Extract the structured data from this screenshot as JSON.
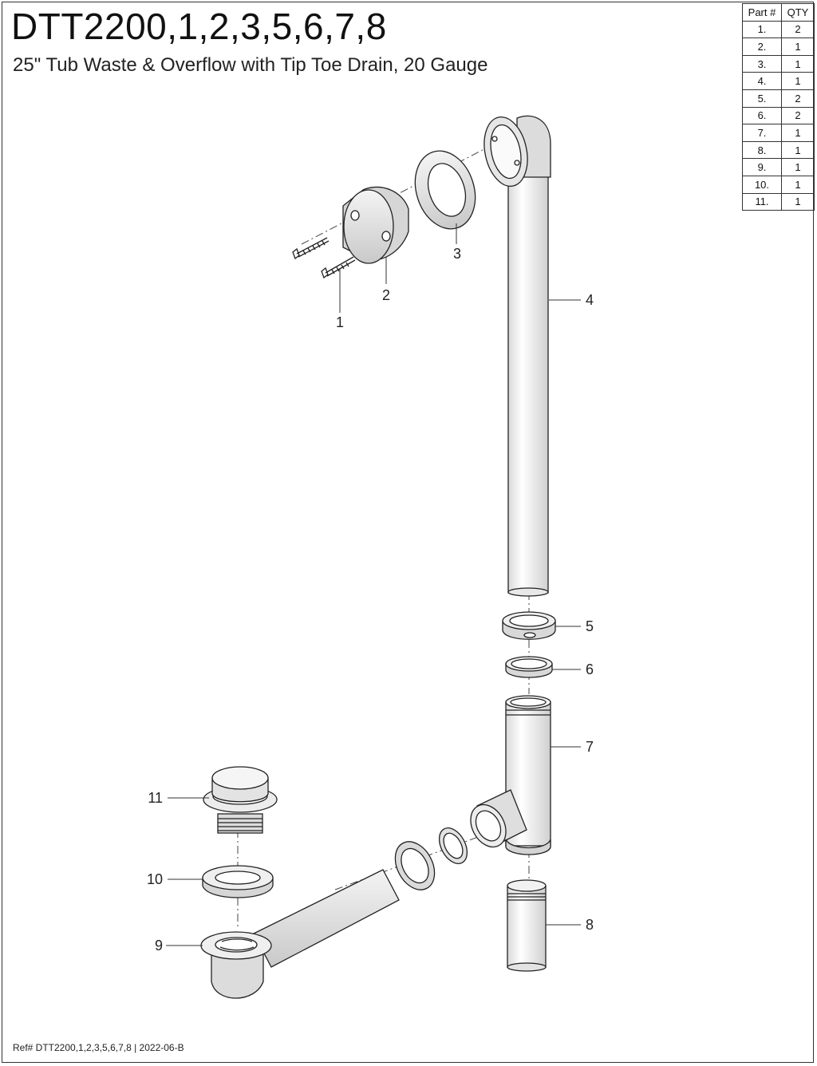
{
  "header": {
    "model": "DTT2200,1,2,3,5,6,7,8",
    "description": "25\" Tub Waste & Overflow with Tip Toe Drain, 20 Gauge"
  },
  "parts_table": {
    "columns": [
      "Part #",
      "QTY"
    ],
    "rows": [
      {
        "part": "1.",
        "qty": "2"
      },
      {
        "part": "2.",
        "qty": "1"
      },
      {
        "part": "3.",
        "qty": "1"
      },
      {
        "part": "4.",
        "qty": "1"
      },
      {
        "part": "5.",
        "qty": "2"
      },
      {
        "part": "6.",
        "qty": "2"
      },
      {
        "part": "7.",
        "qty": "1"
      },
      {
        "part": "8.",
        "qty": "1"
      },
      {
        "part": "9.",
        "qty": "1"
      },
      {
        "part": "10.",
        "qty": "1"
      },
      {
        "part": "11.",
        "qty": "1"
      }
    ]
  },
  "callouts": {
    "c1": "1",
    "c2": "2",
    "c3": "3",
    "c4": "4",
    "c5": "5",
    "c6": "6",
    "c7": "7",
    "c8": "8",
    "c9": "9",
    "c10": "10",
    "c11": "11"
  },
  "footer": {
    "reference": "Ref# DTT2200,1,2,3,5,6,7,8 | 2022-06-B"
  }
}
